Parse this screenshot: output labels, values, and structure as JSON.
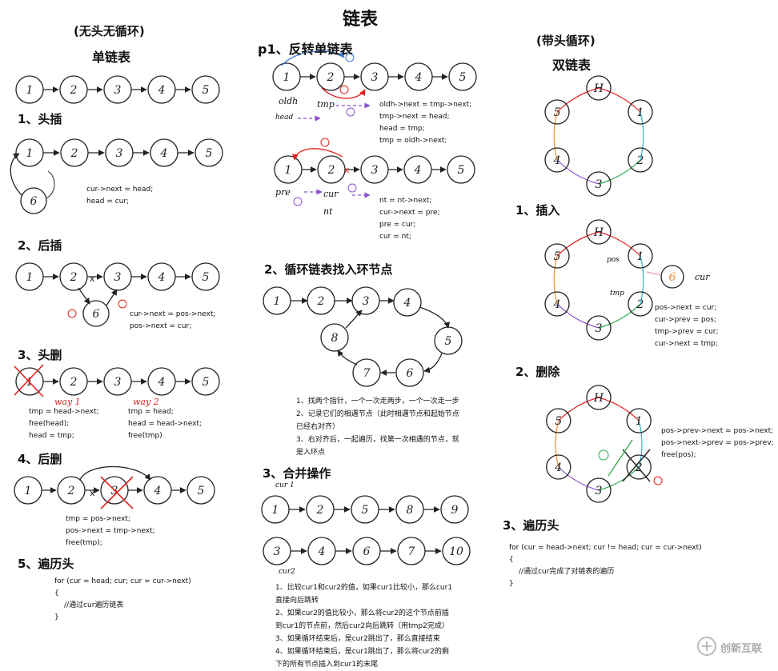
{
  "title": "链表",
  "left": {
    "subtitle_top": "(无头无循环)",
    "subtitle": "单链表",
    "headinsert": {
      "heading": "1、头插",
      "code": [
        "cur->next = head;",
        "head = cur;"
      ]
    },
    "tailinsert": {
      "heading": "2、后插",
      "code": [
        "cur->next = pos->next;",
        "pos->next = cur;"
      ]
    },
    "headdelete": {
      "heading": "3、头删",
      "way1": "way 1",
      "way2": "way 2",
      "code1": [
        "tmp = head->next;",
        "free(head);",
        "head = tmp;"
      ],
      "code2": [
        "tmp = head;",
        "head = head->next;",
        "free(tmp)"
      ]
    },
    "taildelete": {
      "heading": "4、后删",
      "code": [
        "tmp = pos->next;",
        "pos->next = tmp->next;",
        "free(tmp);"
      ]
    },
    "traverse": {
      "heading": "5、遍历头",
      "code": [
        "for (cur = head; cur; cur = cur->next)",
        "{",
        "//通过cur遍历链表",
        "}"
      ]
    }
  },
  "middle": {
    "reverse": {
      "heading": "p1、反转单链表",
      "code1": [
        "oldh->next = tmp->next;",
        "tmp->next = head;",
        "head = tmp;",
        "tmp = oldh->next;"
      ],
      "code2": [
        "nt = nt->next;",
        "cur->next = pre;",
        "pre = cur;",
        "cur = nt;"
      ],
      "labels": {
        "oldh": "oldh",
        "tmp": "tmp",
        "head": "head",
        "pre": "pre",
        "cur": "cur",
        "nt": "nt"
      }
    },
    "cycle": {
      "heading": "2、循环链表找入环节点",
      "notes": [
        "1、找两个指针，一个一次走两步，一个一次走一步",
        "2、记录它们的相遇节点（此时相遇节点和起始节点",
        "已经右对齐）",
        "3、右对齐后，一起遍历，找第一次相遇的节点，就",
        "是入环点"
      ]
    },
    "merge": {
      "heading": "3、合并操作",
      "cur1": "cur 1",
      "cur2": "cur2",
      "notes": [
        "1、比较cur1和cur2的值，如果cur1比较小，那么cur1",
        "直接向后跳转",
        "2、如果cur2的值比较小，那么将cur2的这个节点前插",
        "到cur1的节点前，然后cur2向后跳转（用tmp2完成）",
        "3、如果循环结束后，是cur2跳出了，那么直接结束",
        "4、如果循环结束后，是cur1跳出了，那么将cur2的剩",
        "下的所有节点插入到cur1的末尾"
      ]
    }
  },
  "right": {
    "subtitle_top": "(带头循环)",
    "subtitle": "双链表",
    "insert": {
      "heading": "1、插入",
      "code": [
        "pos->next = cur;",
        "cur->prev = pos;",
        "tmp->prev = cur;",
        "cur->next = tmp;"
      ],
      "labels": {
        "pos": "pos",
        "tmp": "tmp",
        "cur": "cur"
      }
    },
    "delete": {
      "heading": "2、删除",
      "code": [
        "pos->prev->next = pos->next;",
        "pos->next->prev = pos->prev;",
        "free(pos);"
      ]
    },
    "traverse": {
      "heading": "3、遍历头",
      "code": [
        "for (cur = head->next; cur != head; cur = cur->next)",
        "{",
        "//通过cur完成了对链表的遍历",
        "}"
      ]
    }
  },
  "nodes": {
    "chain5": [
      "1",
      "2",
      "3",
      "4",
      "5"
    ],
    "head_insert_new": "6",
    "tail_insert_new": "6",
    "cycle": [
      "1",
      "2",
      "3",
      "4",
      "5",
      "6",
      "7",
      "8"
    ],
    "merge_a": [
      "1",
      "2",
      "5",
      "8",
      "9"
    ],
    "merge_b": [
      "3",
      "4",
      "6",
      "7",
      "10"
    ],
    "dll": [
      "H",
      "1",
      "2",
      "3",
      "4",
      "5"
    ],
    "dll_new": "6"
  },
  "watermark": {
    "text": "创新互联"
  },
  "colors": {
    "ink": "#222222",
    "red": "#e02020",
    "blue": "#3a7bd5",
    "purple": "#8a4fd0",
    "orange": "#f08a2a",
    "green": "#2aa84a",
    "teal": "#2bb5c8"
  }
}
